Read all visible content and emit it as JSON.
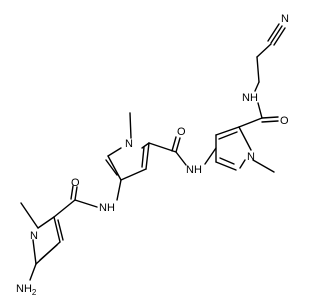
{
  "molecule": {
    "atoms": {
      "nitrile_n": "N",
      "amide3_nh": "NH",
      "amide3_o": "O",
      "ring3_n": "N",
      "amide2_o": "O",
      "amide2_nh": "NH",
      "ring2_n": "N",
      "amide1_o": "O",
      "amide1_nh": "NH",
      "ring1_n": "N",
      "amine": "NH",
      "amine_sub": "2"
    },
    "colors": {
      "bond": "#000000",
      "text": "#000000",
      "background": "#ffffff"
    }
  }
}
